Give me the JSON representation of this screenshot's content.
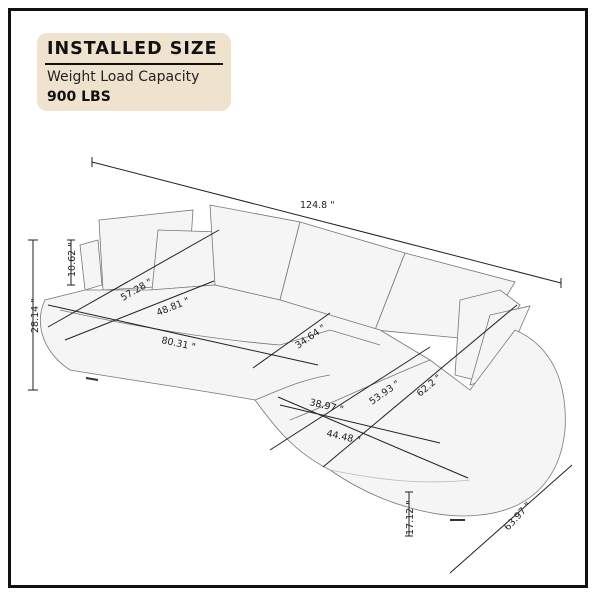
{
  "badge": {
    "title": "INSTALLED SIZE",
    "line1": "Weight Load Capacity",
    "line2": "900 LBS",
    "background": "#efe3cf"
  },
  "dimensions": {
    "overall_length": "124.8 \"",
    "total_height": "28.14 \"",
    "pillow_height": "10.62 \"",
    "left_back_depth": "57.28 \"",
    "left_seat_depth": "48.81 \"",
    "left_seat_width": "80.31 \"",
    "middle_seat_depth": "34.64 \"",
    "chaise_seat_length": "53.93 \"",
    "chaise_total_length": "62.2 \"",
    "chaise_seat_width": "38.97 \"",
    "chaise_total_width": "44.48 \"",
    "seat_height": "17.12 \"",
    "chaise_end_width": "63.97 \""
  },
  "colors": {
    "frame": "#111111",
    "sketch_line": "#555555",
    "sofa_fill": "#f4f4f4",
    "dimension_line": "#222222"
  }
}
